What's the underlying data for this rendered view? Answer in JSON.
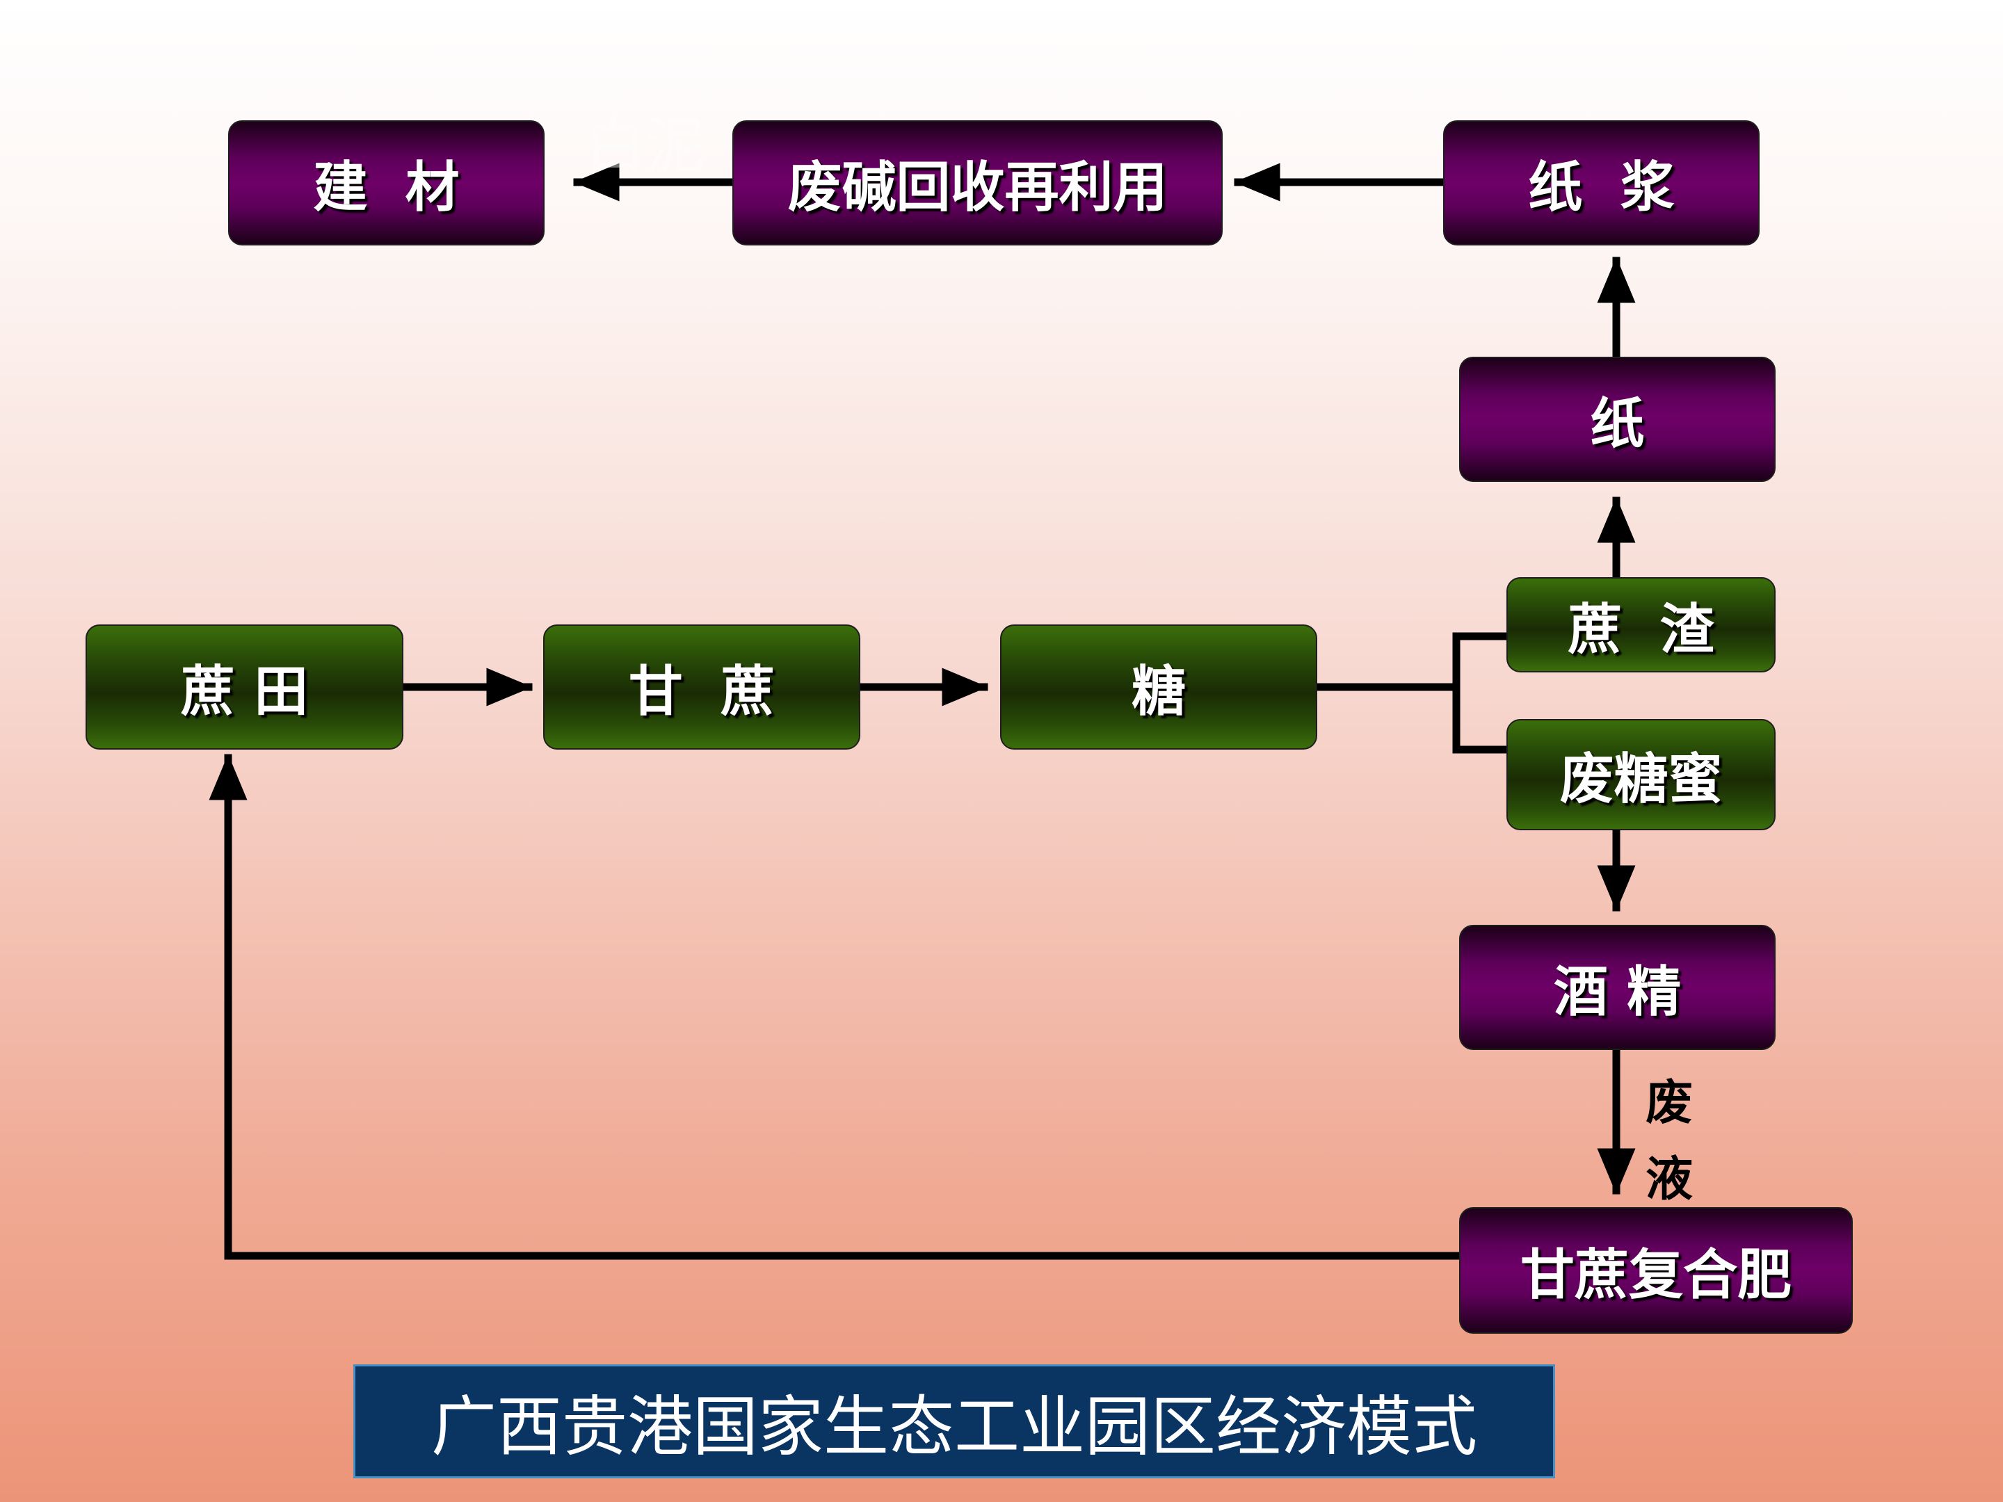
{
  "ghost_text": "白泥",
  "nodes": {
    "jiancai": "建  材",
    "feijian": "废碱回收再利用",
    "zhijiang": "纸  浆",
    "zhi": "纸",
    "zhetian": "蔗 田",
    "ganzhe": "甘  蔗",
    "tang": "糖",
    "zhezha": "蔗  渣",
    "feitangmi": "废糖蜜",
    "jiujing": "酒 精",
    "fuhefei": "甘蔗复合肥"
  },
  "edge_labels": {
    "feiye_1": "废",
    "feiye_2": "液"
  },
  "caption": "广西贵港国家生态工业园区经济模式",
  "colors": {
    "purple_node": "#6e0068",
    "green_node": "#274a08",
    "arrow": "#000000",
    "caption_bg": "#0a3563"
  }
}
